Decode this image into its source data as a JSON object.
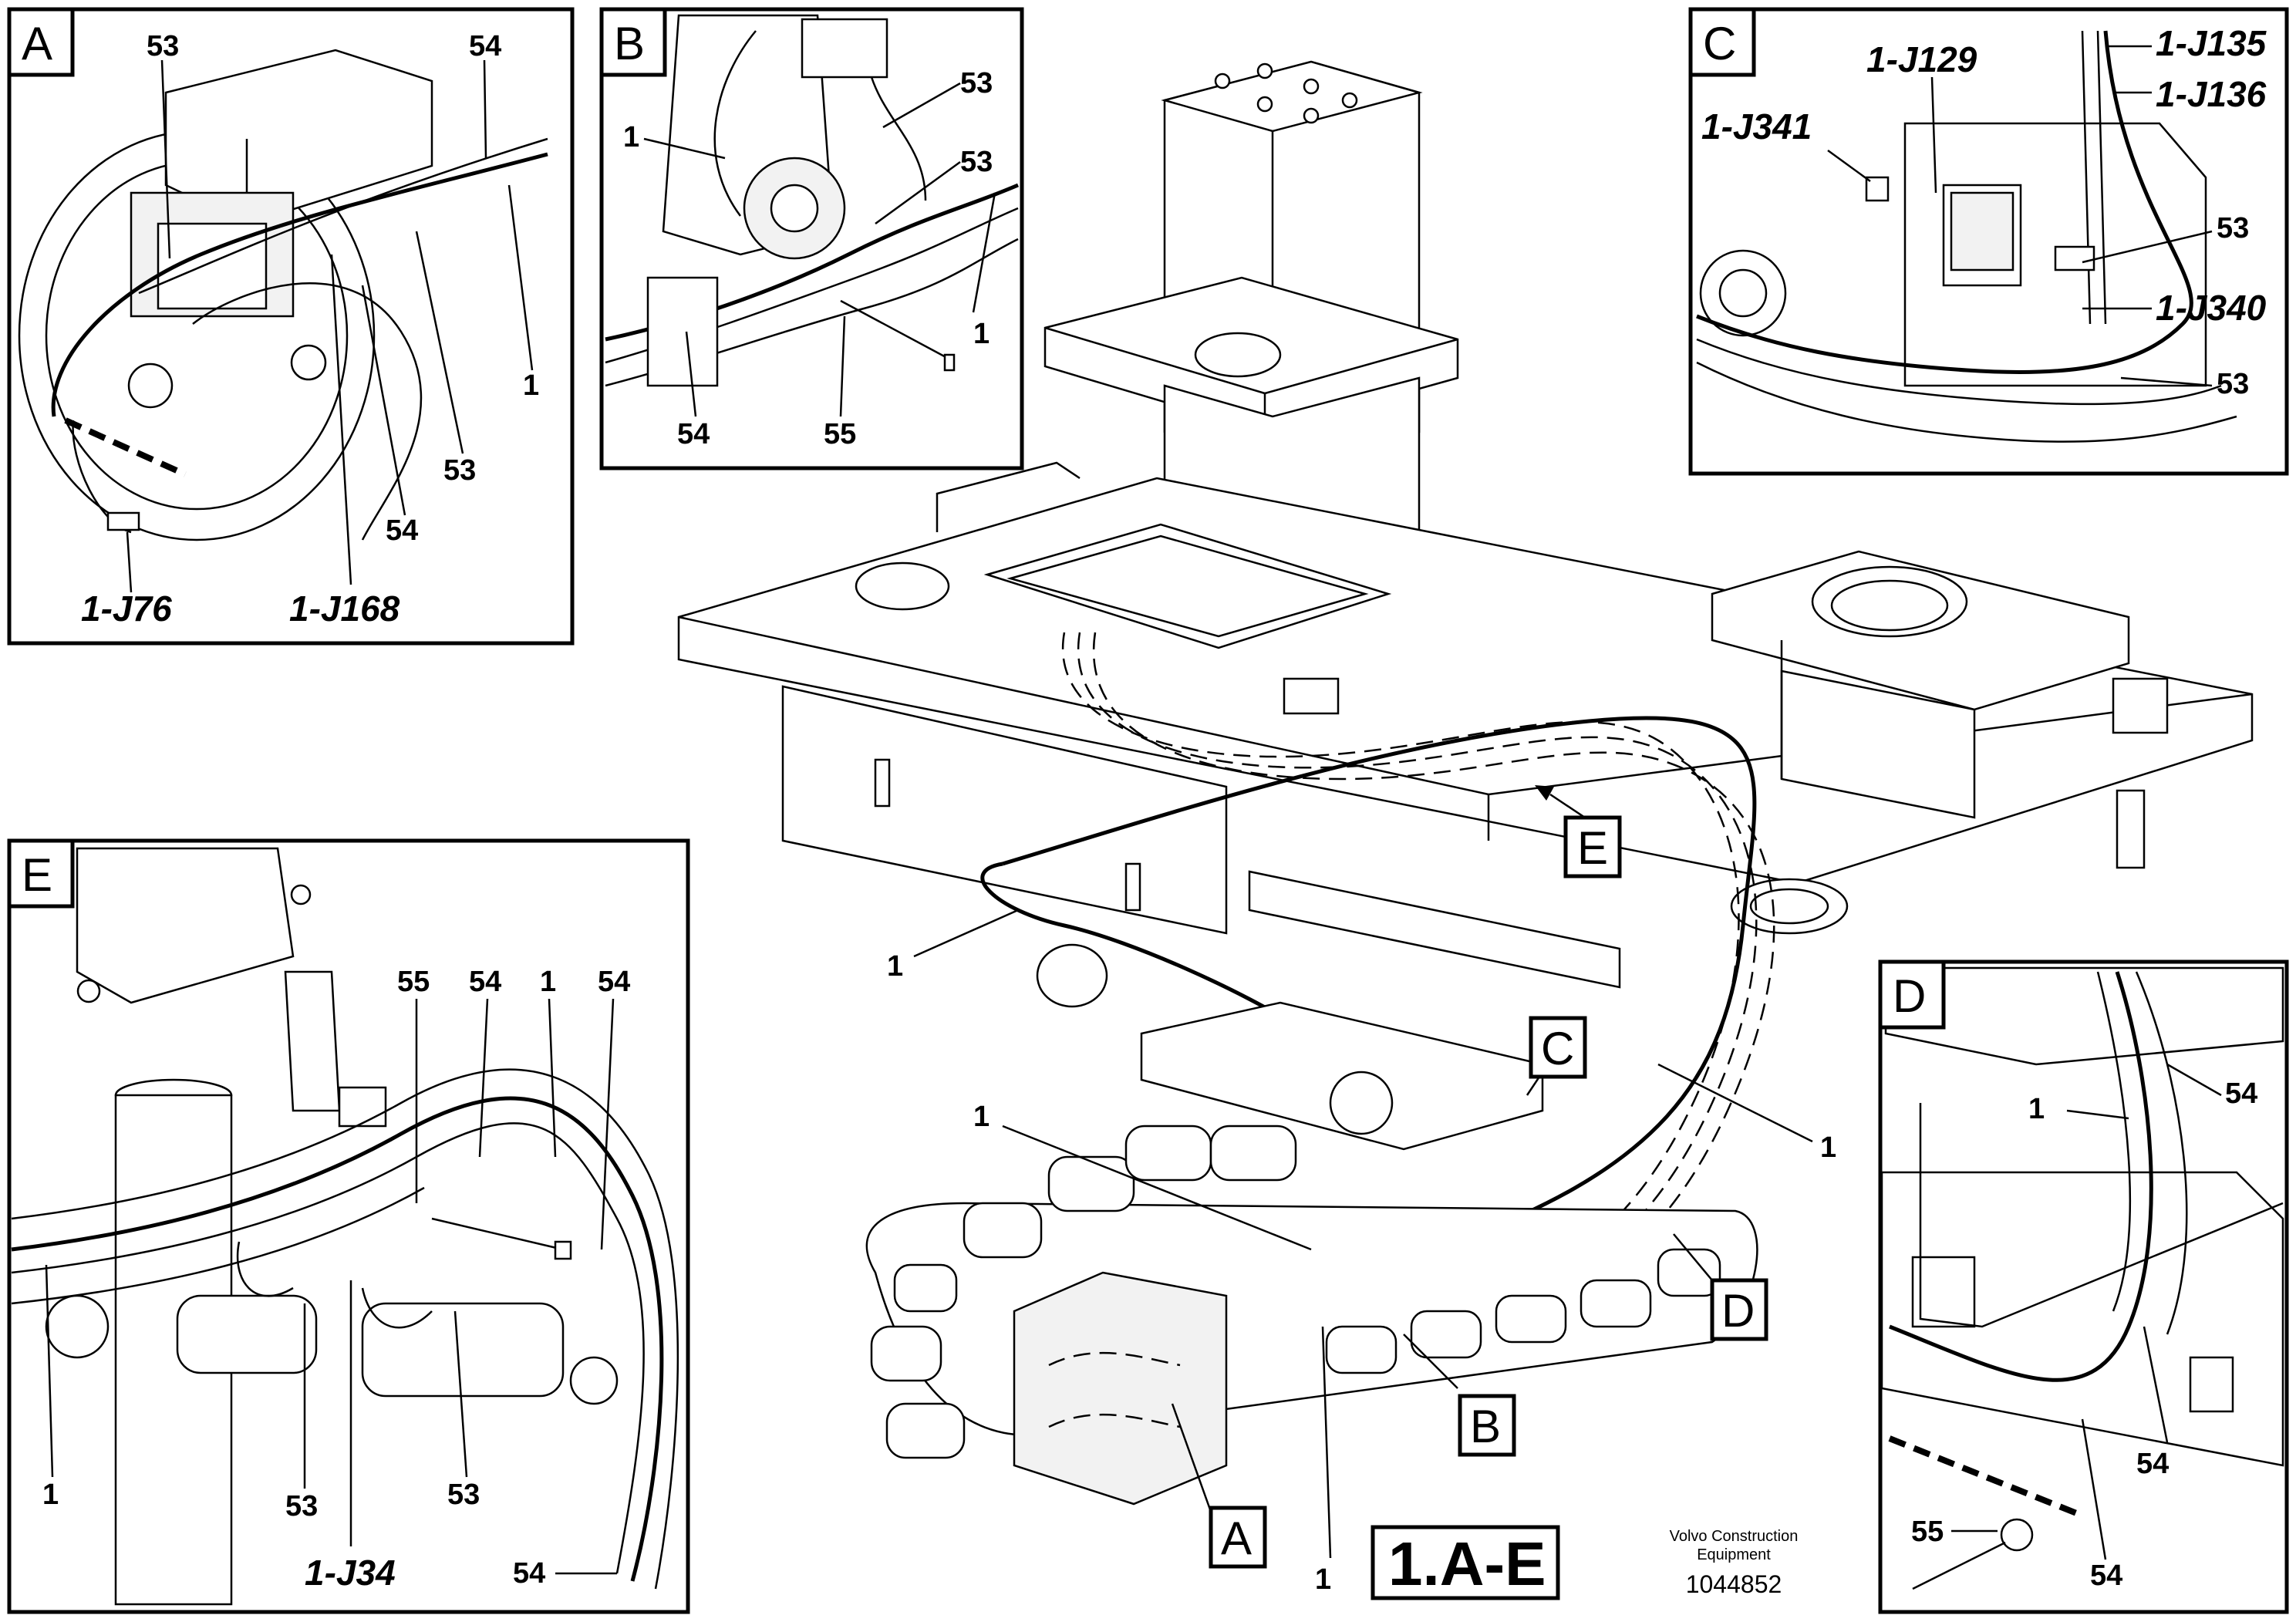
{
  "views": {
    "A": {
      "letter": "A",
      "labels": [
        "53",
        "54",
        "1",
        "53",
        "54"
      ],
      "connectors": [
        "1-J76",
        "1-J168"
      ]
    },
    "B": {
      "letter": "B",
      "labels": [
        "53",
        "1",
        "53",
        "1",
        "54",
        "55"
      ]
    },
    "C": {
      "letter": "C",
      "connectors": [
        "1-J135",
        "1-J136",
        "1-J129",
        "1-J341",
        "1-J340"
      ],
      "labels": [
        "53",
        "53"
      ]
    },
    "D": {
      "letter": "D",
      "labels": [
        "1",
        "54",
        "54",
        "55",
        "54"
      ]
    },
    "E": {
      "letter": "E",
      "labels": [
        "55",
        "54",
        "1",
        "54",
        "1",
        "53",
        "53",
        "54"
      ],
      "connectors": [
        "1-J34"
      ]
    }
  },
  "main": {
    "callouts": [
      "1",
      "1",
      "1",
      "1"
    ],
    "view_refs": [
      "A",
      "B",
      "C",
      "D",
      "E"
    ]
  },
  "title_box": "1.A-E",
  "footer": {
    "company_line1": "Volvo Construction",
    "company_line2": "Equipment",
    "drawing_number": "1044852"
  }
}
